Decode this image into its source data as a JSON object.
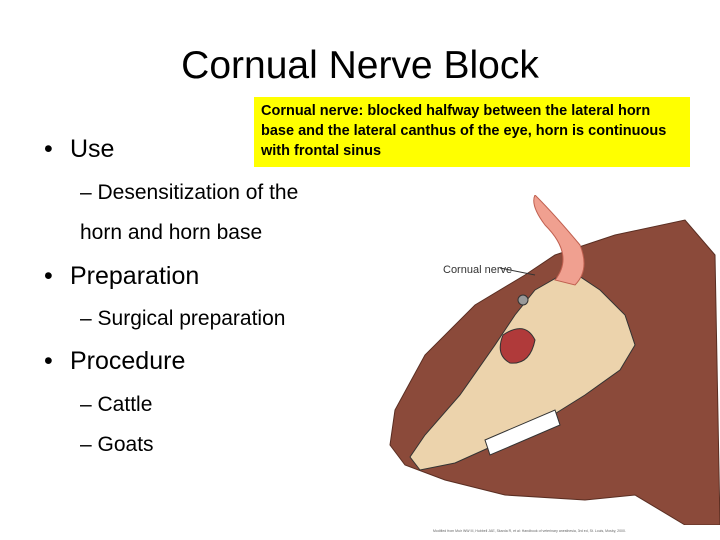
{
  "title": "Cornual Nerve Block",
  "note": "Cornual nerve: blocked halfway between the lateral horn base and the lateral canthus of the eye, horn is continuous with frontal sinus",
  "bullets": [
    {
      "label": "Use",
      "subs": [
        "– Desensitization of the",
        "horn and horn base"
      ]
    },
    {
      "label": "Preparation",
      "subs": [
        "– Surgical preparation"
      ]
    },
    {
      "label": "Procedure",
      "subs": [
        "– Cattle",
        "– Goats"
      ]
    }
  ],
  "figure": {
    "label": "Cornual nerve",
    "credit": "Modified from Muir WW III, Hubbell JAE, Skarda R, et al: Handbook of veterinary anesthesia, 3rd ed, St. Louis, Mosby, 2000."
  },
  "colors": {
    "highlight": "#ffff00",
    "skin": "#8b4a3a",
    "bone": "#ecd3ac",
    "horn": "#f0a090"
  }
}
